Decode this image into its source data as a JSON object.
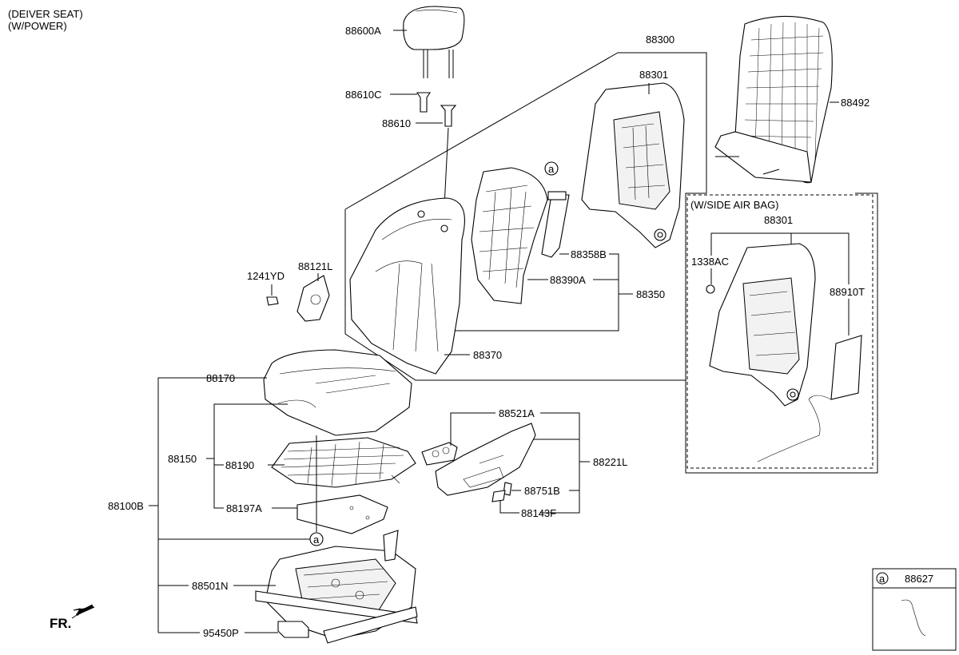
{
  "header": {
    "line1": "(DEIVER SEAT)",
    "line2": "(W/POWER)"
  },
  "side_airbag_box": {
    "title": "(W/SIDE AIR BAG)"
  },
  "legend_box": {
    "symbol": "a",
    "part": "88627"
  },
  "direction": {
    "label": "FR."
  },
  "callouts": {
    "p88600A": "88600A",
    "p88610C": "88610C",
    "p88610": "88610",
    "p88300": "88300",
    "p88301_top": "88301",
    "p88492": "88492",
    "p88301_box": "88301",
    "p1338AC": "1338AC",
    "p88910T": "88910T",
    "p88358B": "88358B",
    "p88390A": "88390A",
    "p88350": "88350",
    "p88370": "88370",
    "p1241YD": "1241YD",
    "p88121L": "88121L",
    "p88170": "88170",
    "p88150": "88150",
    "p88190": "88190",
    "p88197A": "88197A",
    "p88100B": "88100B",
    "p88501N": "88501N",
    "p95450P": "95450P",
    "p88521A": "88521A",
    "p88221L": "88221L",
    "p88751B": "88751B",
    "p88143F": "88143F",
    "ref_a_top": "a",
    "ref_a_bottom": "a"
  }
}
